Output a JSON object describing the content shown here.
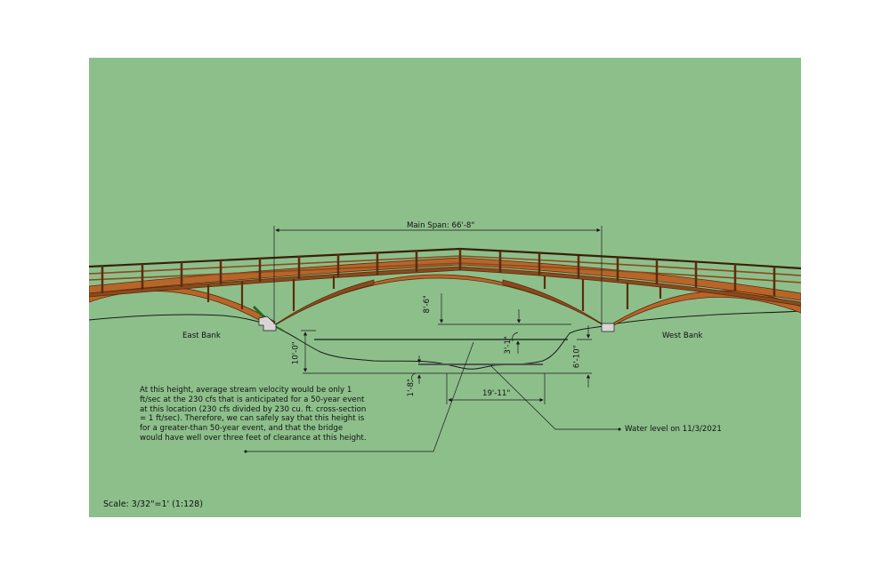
{
  "drawing": {
    "title": "Bridge elevation over stream cross-section",
    "background_color": "#8dbf8b",
    "wood_color": "#b8652a",
    "wood_dark": "#5a2d0c",
    "footing_color": "#d9d4d8",
    "line_color": "#1a1a1a"
  },
  "labels": {
    "main_span": "Main Span: 66'-8\"",
    "east_bank": "East Bank",
    "west_bank": "West Bank",
    "water_level": "Water level on 11/3/2021",
    "scale": "Scale: 3/32\"=1' (1:128)"
  },
  "dimensions": {
    "deck_clearance": "8'-6\"",
    "bank_to_bottom": "10'-0\"",
    "flood_level_gap": "3'-1\"",
    "west_bank_depth": "6'-10\"",
    "water_depth": "1'-8\"",
    "channel_width": "19'-11\""
  },
  "note": {
    "text": "At this height, average stream velocity would be only 1 ft/sec at the 230 cfs that is anticipated for a 50-year event at this location (230 cfs divided by 230 cu. ft. cross-section = 1 ft/sec). Therefore, we can safely say that this height is for a greater-than 50-year event, and that the bridge would have well over three feet of clearance at this height."
  }
}
